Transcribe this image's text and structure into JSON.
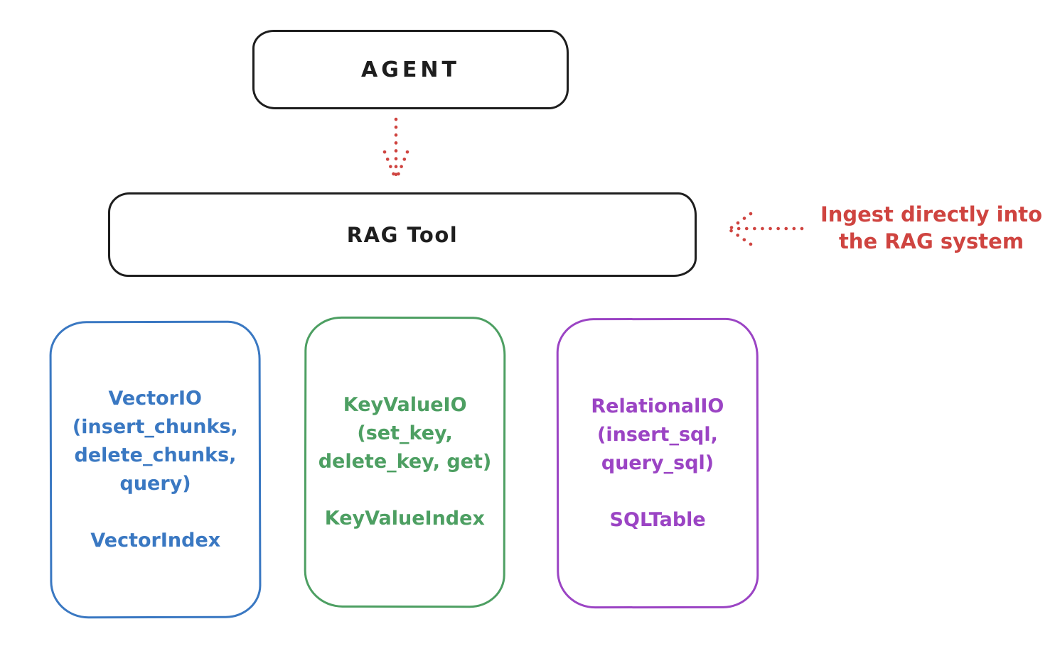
{
  "diagram": {
    "stroke_color": "#1e1e1e",
    "accent_red": "#cf4440",
    "agent": {
      "label": "AGENT"
    },
    "rag_tool": {
      "label": "RAG Tool"
    },
    "annotation": {
      "line1": "Ingest directly into",
      "line2": "the RAG system"
    },
    "arrows": [
      {
        "name": "agent-to-rag-tool",
        "style": "dotted",
        "direction": "down"
      },
      {
        "name": "annotation-to-rag-tool",
        "style": "dotted",
        "direction": "left"
      }
    ],
    "io_boxes": [
      {
        "title": "VectorIO",
        "params": [
          "(insert_chunks,",
          "delete_chunks,",
          "query)"
        ],
        "index_label": "VectorIndex",
        "color": "#3a78c2"
      },
      {
        "title": "KeyValueIO",
        "params": [
          "(set_key,",
          "delete_key, get)"
        ],
        "index_label": "KeyValueIndex",
        "color": "#4d9f62"
      },
      {
        "title": "RelationalIO",
        "params": [
          "(insert_sql,",
          "query_sql)"
        ],
        "index_label": "SQLTable",
        "color": "#9b44c4"
      }
    ]
  }
}
